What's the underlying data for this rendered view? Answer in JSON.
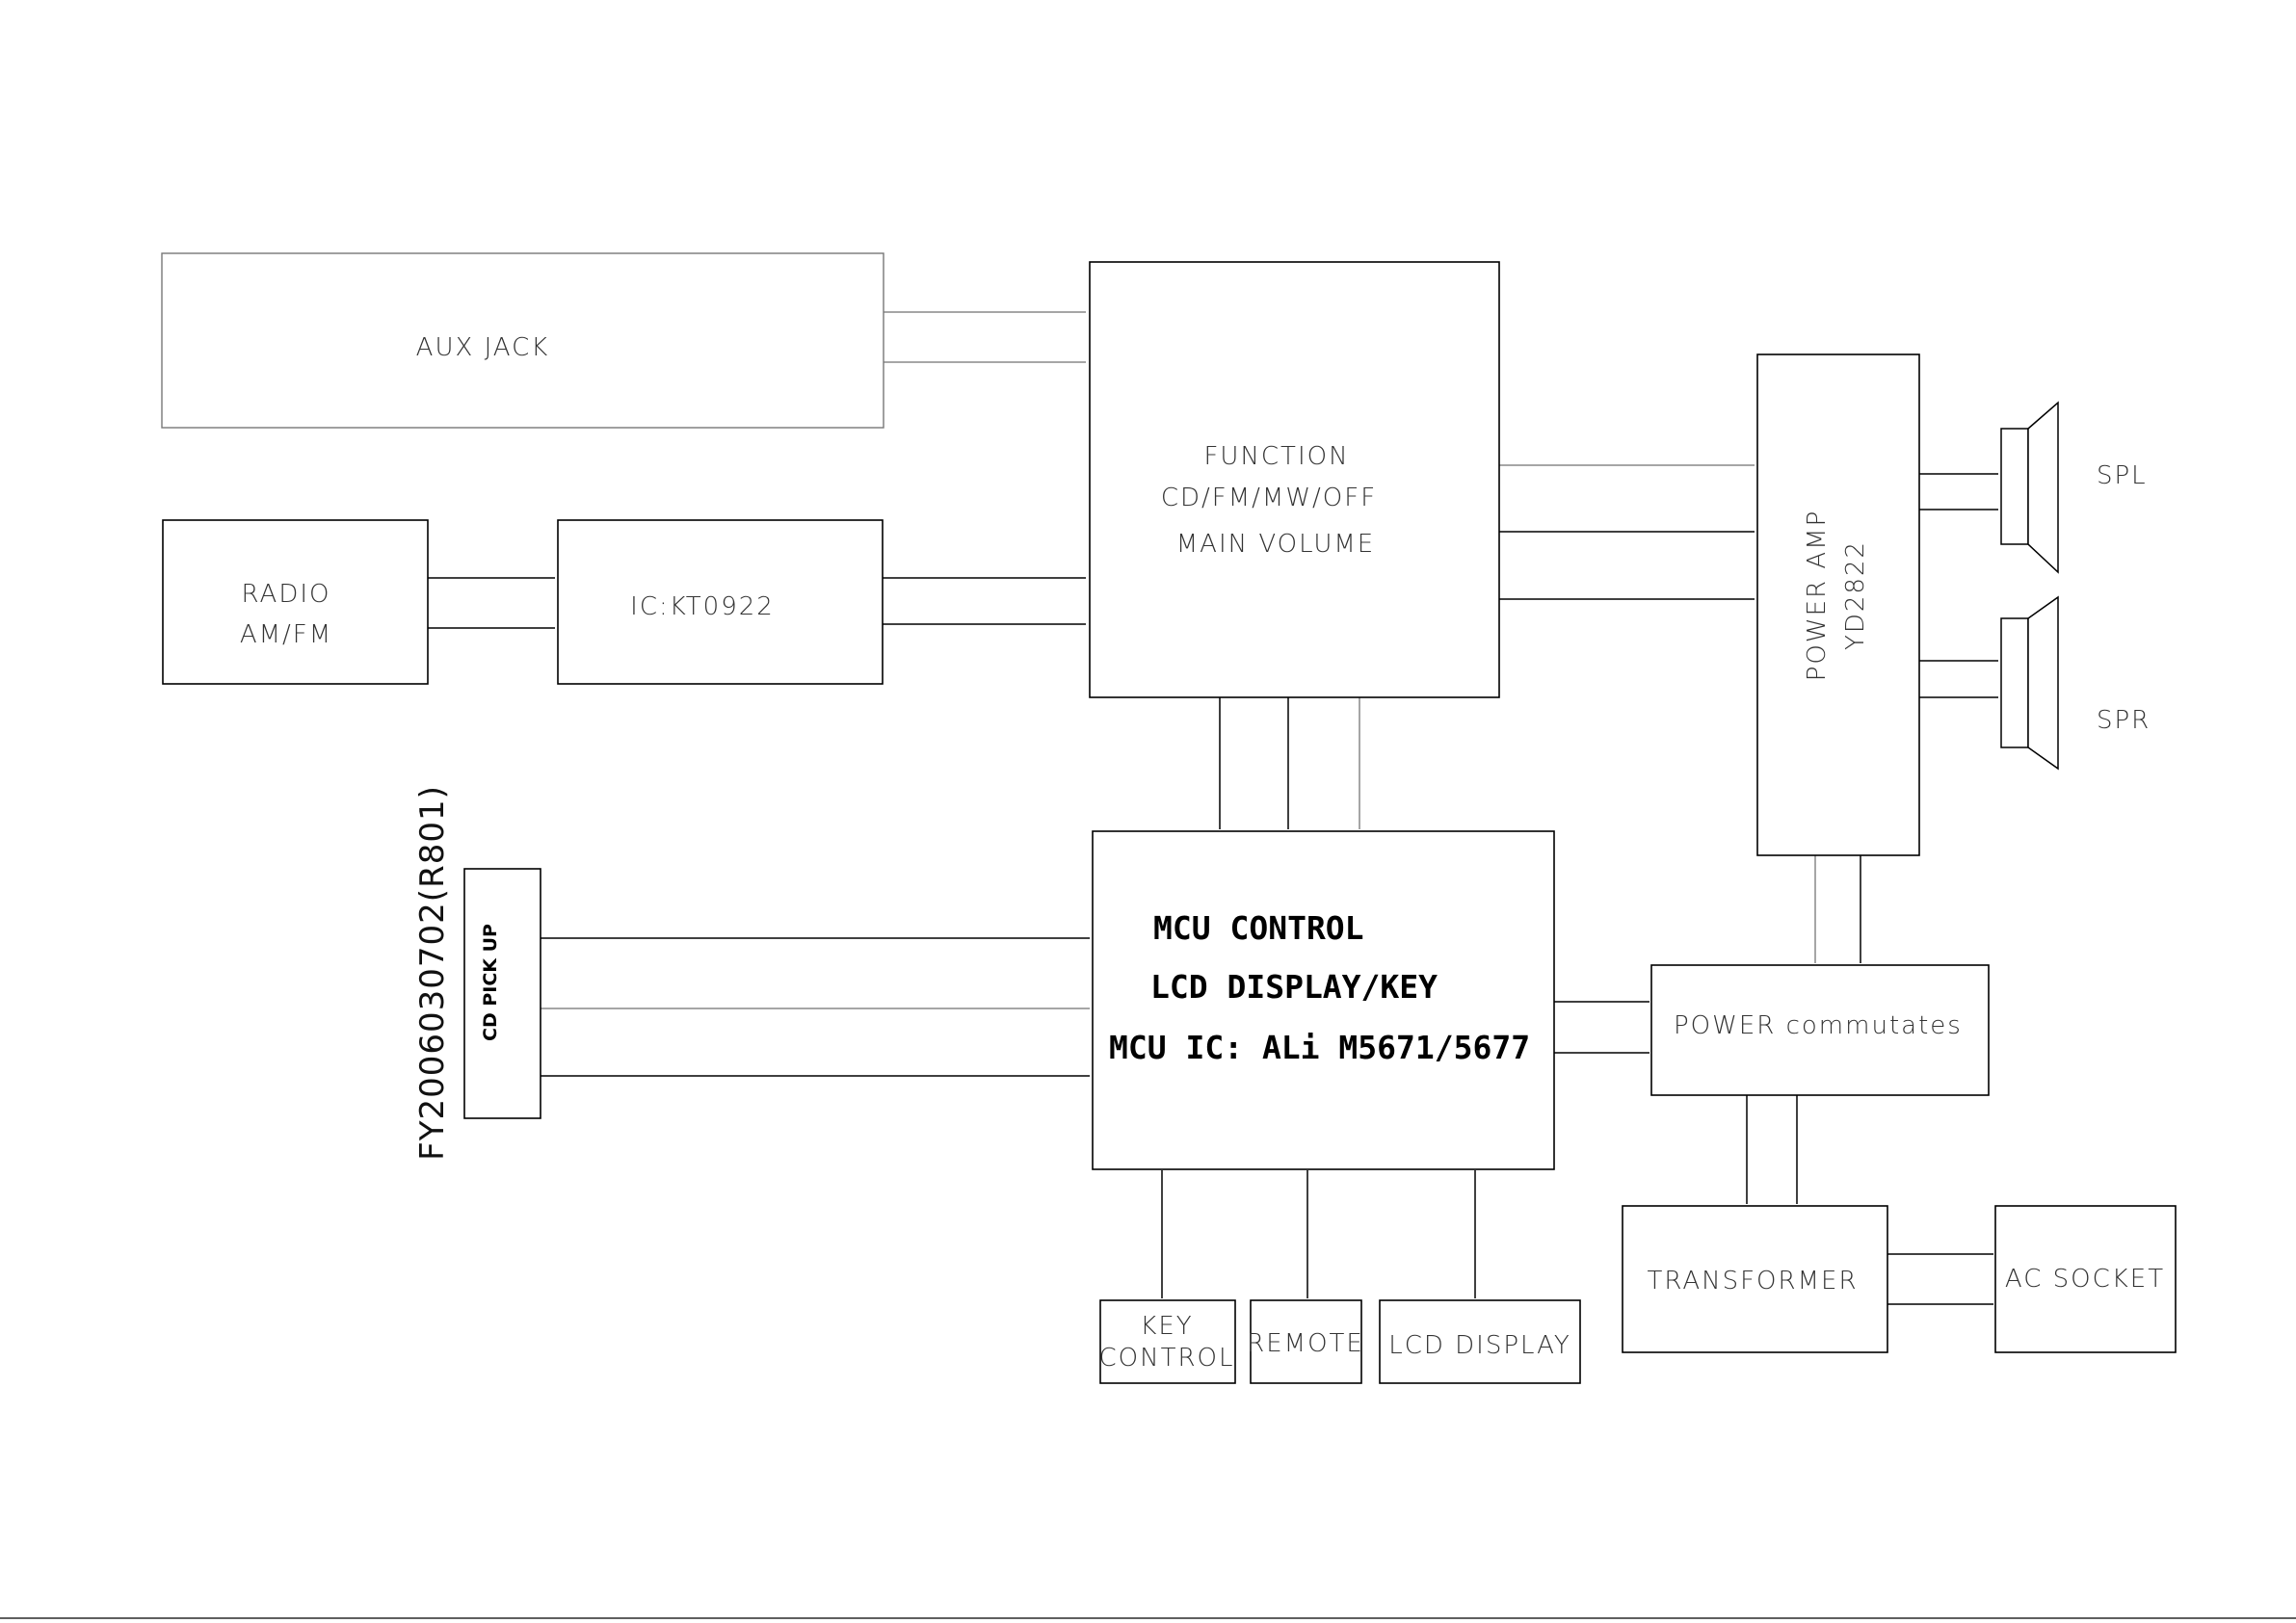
{
  "blocks": {
    "aux_jack": "AUX JACK",
    "radio": [
      "RADIO",
      "AM/FM"
    ],
    "radio_ic": "IC:KT0922",
    "function": [
      "FUNCTION",
      "CD/FM/MW/OFF",
      "MAIN VOLUME"
    ],
    "power_amp": [
      "POWER AMP",
      "YD2822"
    ],
    "spl": "SPL",
    "spr": "SPR",
    "cd_pickup": "CD PICK UP",
    "cd_code": "FY2006030702(R801)",
    "mcu": [
      "MCU CONTROL",
      "LCD DISPLAY/KEY",
      "MCU IC: ALi M5671/5677"
    ],
    "power_commutates": "POWER commutates",
    "transformer": "TRANSFORMER",
    "ac_socket": "AC SOCKET",
    "key_control": [
      "KEY",
      "CONTROL"
    ],
    "remote": "REMOTE",
    "lcd_display": "LCD DISPLAY"
  }
}
